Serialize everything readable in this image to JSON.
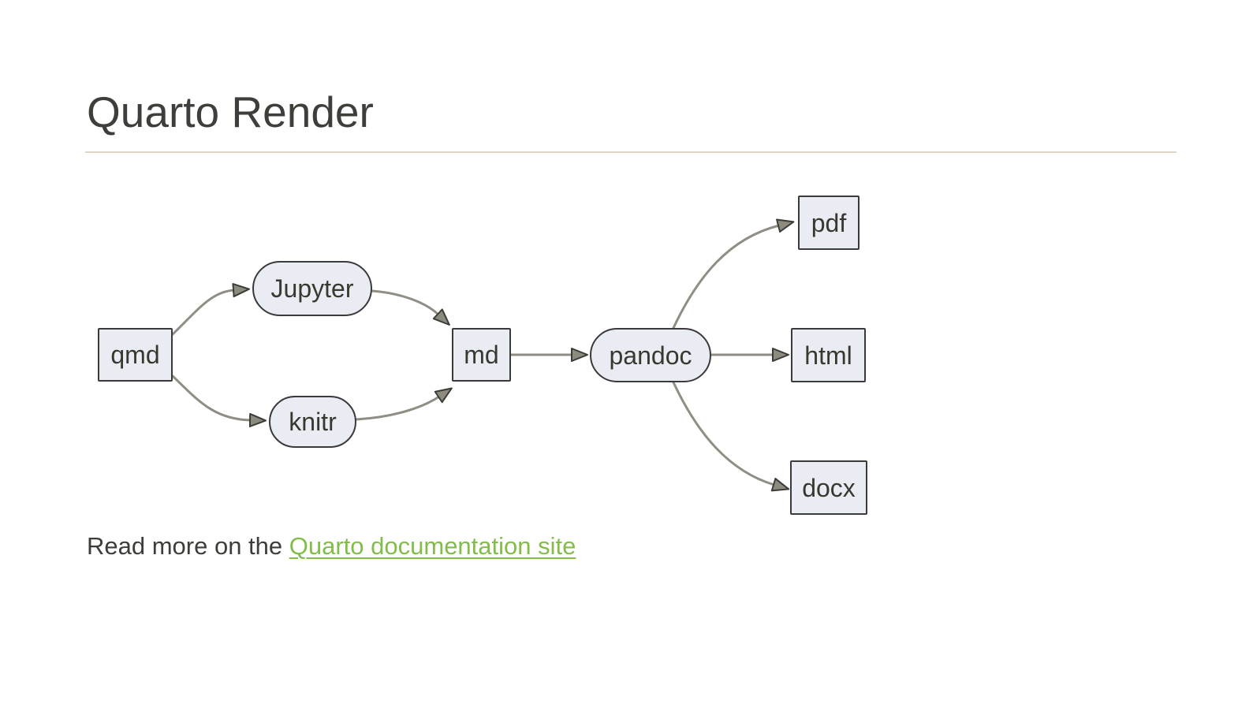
{
  "page": {
    "title": "Quarto Render"
  },
  "diagram": {
    "type": "flowchart",
    "direction": "left-to-right",
    "nodes": [
      {
        "id": "qmd",
        "label": "qmd",
        "shape": "rect"
      },
      {
        "id": "jupyter",
        "label": "Jupyter",
        "shape": "stadium"
      },
      {
        "id": "knitr",
        "label": "knitr",
        "shape": "stadium"
      },
      {
        "id": "md",
        "label": "md",
        "shape": "rect"
      },
      {
        "id": "pandoc",
        "label": "pandoc",
        "shape": "stadium"
      },
      {
        "id": "pdf",
        "label": "pdf",
        "shape": "rect"
      },
      {
        "id": "html",
        "label": "html",
        "shape": "rect"
      },
      {
        "id": "docx",
        "label": "docx",
        "shape": "rect"
      }
    ],
    "edges": [
      {
        "from": "qmd",
        "to": "jupyter"
      },
      {
        "from": "qmd",
        "to": "knitr"
      },
      {
        "from": "jupyter",
        "to": "md"
      },
      {
        "from": "knitr",
        "to": "md"
      },
      {
        "from": "md",
        "to": "pandoc"
      },
      {
        "from": "pandoc",
        "to": "pdf"
      },
      {
        "from": "pandoc",
        "to": "html"
      },
      {
        "from": "pandoc",
        "to": "docx"
      }
    ],
    "colors": {
      "node_fill": "#e9ecf3",
      "node_border": "#3a3a3a",
      "edge_line": "#908e84",
      "arrowhead_fill": "#8d8a7e",
      "node_text": "#38382f"
    }
  },
  "footer": {
    "prefix": "Read more on the ",
    "link_label": "Quarto documentation site",
    "link_color": "#82bd4a"
  }
}
